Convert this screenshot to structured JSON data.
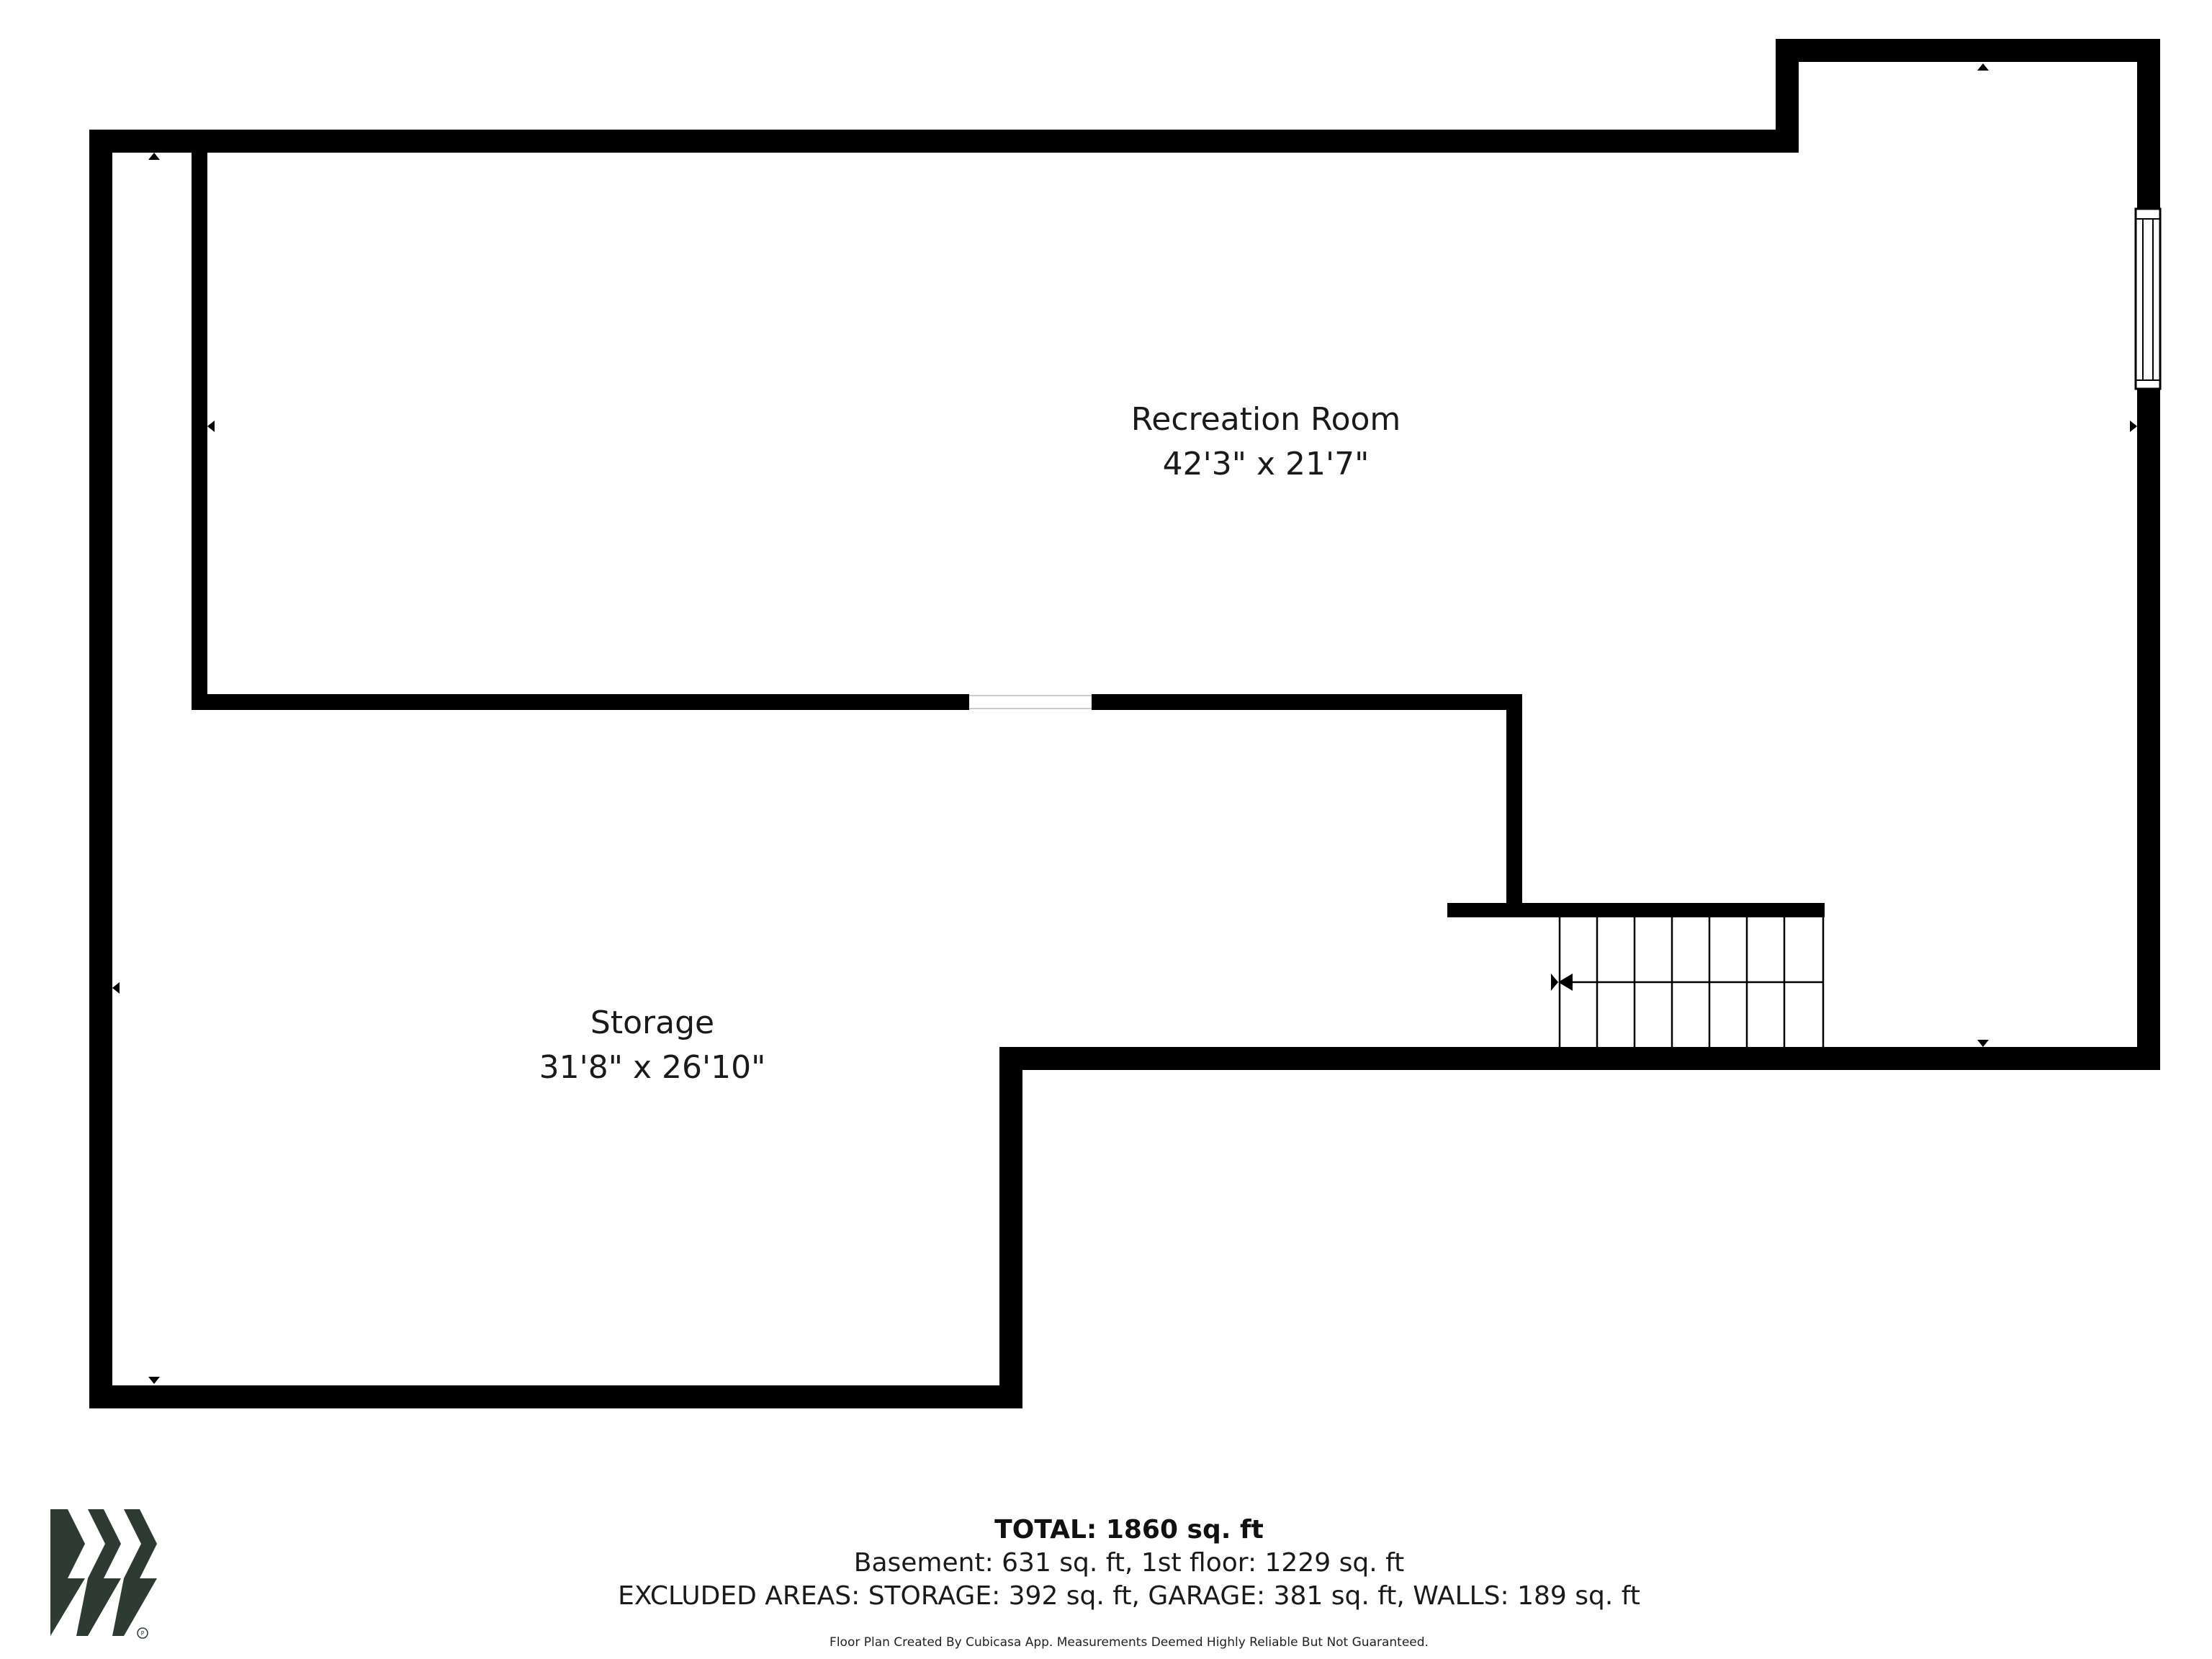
{
  "rooms": [
    {
      "name": "Recreation Room",
      "dimensions": "42'3\" x 21'7\""
    },
    {
      "name": "Storage",
      "dimensions": "31'8\" x 26'10\""
    }
  ],
  "summary": {
    "total": "TOTAL: 1860 sq. ft",
    "floors": "Basement: 631 sq. ft, 1st floor: 1229 sq. ft",
    "excluded": "EXCLUDED AREAS: STORAGE: 392 sq. ft, GARAGE: 381 sq. ft, WALLS: 189 sq. ft"
  },
  "disclaimer": "Floor Plan Created By Cubicasa App. Measurements Deemed Highly Reliable But Not Guaranteed.",
  "colors": {
    "wall": "#000000",
    "background": "#ffffff",
    "logo": "#2e3b32"
  },
  "logo": {
    "icon": "cubicasa-logo-icon"
  }
}
